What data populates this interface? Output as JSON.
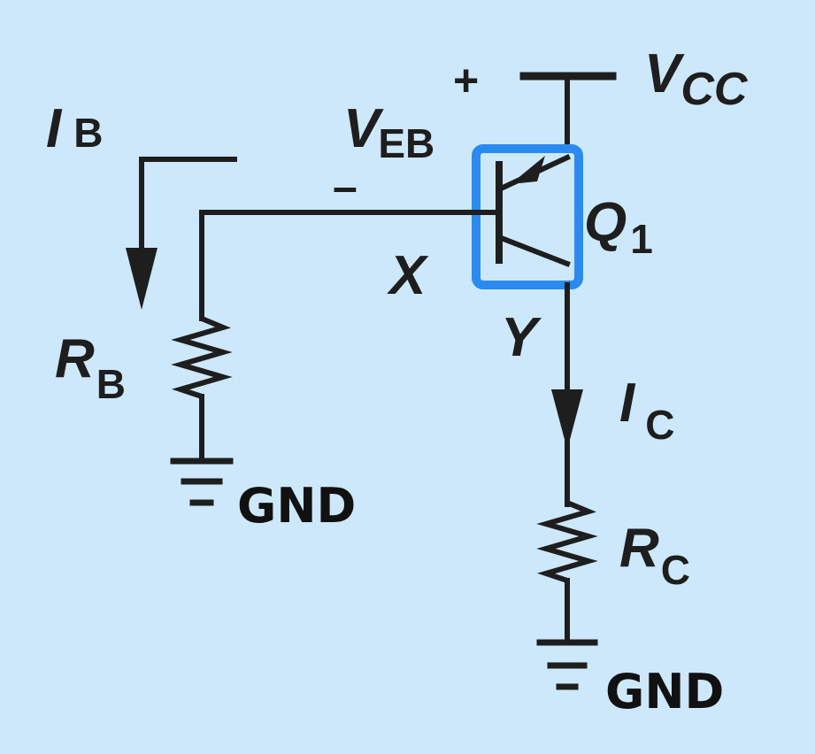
{
  "diagram": {
    "background_color": "#cce8fa",
    "highlight_color": "#2a8af0",
    "labels": {
      "ib_main": "I",
      "ib_sub": "B",
      "veb_main": "V",
      "veb_sub": "EB",
      "vcc_main": "V",
      "vcc_sub": "CC",
      "plus": "+",
      "minus": "–",
      "q1_main": "Q",
      "q1_sub": "1",
      "node_x": "X",
      "node_y": "Y",
      "rb_main": "R",
      "rb_sub": "B",
      "ic_main": "I",
      "ic_sub": "C",
      "rc_main": "R",
      "rc_sub": "C",
      "gnd_left": "GND",
      "gnd_right": "GND"
    },
    "components": [
      "transistor-pnp-q1",
      "resistor-rb",
      "resistor-rc",
      "ground-left",
      "ground-right",
      "vcc-supply"
    ]
  }
}
